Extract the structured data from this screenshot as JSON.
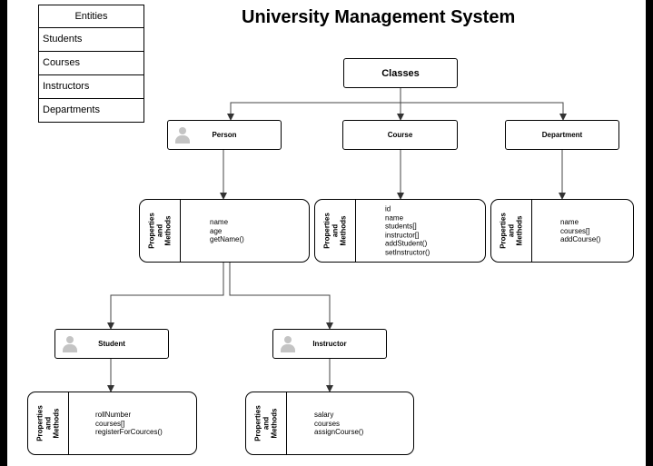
{
  "title": "University Management System",
  "entities": {
    "header": "Entities",
    "items": [
      "Students",
      "Courses",
      "Instructors",
      "Departments"
    ]
  },
  "nodes": {
    "classes": "Classes",
    "person": "Person",
    "course": "Course",
    "department": "Department",
    "student": "Student",
    "instructor": "Instructor"
  },
  "pm_label": [
    "Properties",
    "and",
    "Methods"
  ],
  "members": {
    "person": [
      "name",
      "age",
      "getName()"
    ],
    "course": [
      "id",
      "name",
      "students[]",
      "instructor[]",
      "addStudent()",
      "setInstructor()"
    ],
    "department": [
      "name",
      "courses[]",
      "addCourse()"
    ],
    "student": [
      "rollNumber",
      "courses[]",
      "registerForCources()"
    ],
    "instructor": [
      "salary",
      "courses",
      "assignCourse()"
    ]
  }
}
